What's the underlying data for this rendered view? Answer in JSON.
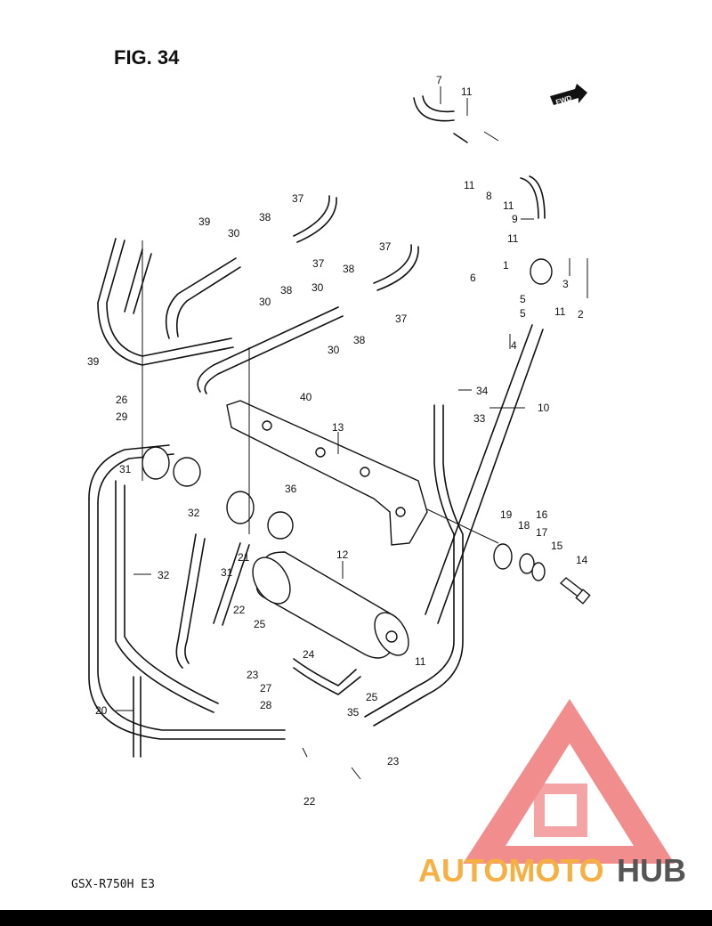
{
  "figure": {
    "title": "FIG. 34",
    "model_code": "GSX-R750H  E3",
    "fwd_arrow_text": "FWD"
  },
  "part_labels": [
    "1",
    "2",
    "3",
    "4",
    "5",
    "5",
    "6",
    "7",
    "8",
    "9",
    "10",
    "11",
    "11",
    "11",
    "11",
    "11",
    "11",
    "11",
    "12",
    "13",
    "14",
    "15",
    "16",
    "17",
    "18",
    "19",
    "20",
    "21",
    "22",
    "22",
    "23",
    "23",
    "24",
    "25",
    "25",
    "26",
    "29",
    "27",
    "28",
    "30",
    "30",
    "30",
    "30",
    "31",
    "31",
    "32",
    "32",
    "33",
    "34",
    "35",
    "36",
    "37",
    "37",
    "37",
    "37",
    "38",
    "38",
    "38",
    "38",
    "39",
    "39",
    "40"
  ],
  "watermark": {
    "word_part1": "AUTOMOTO",
    "word_part2": "HUB",
    "color_primary": "#F06A6A",
    "color_secondary": "#F5B041",
    "color_dark": "#555555"
  }
}
